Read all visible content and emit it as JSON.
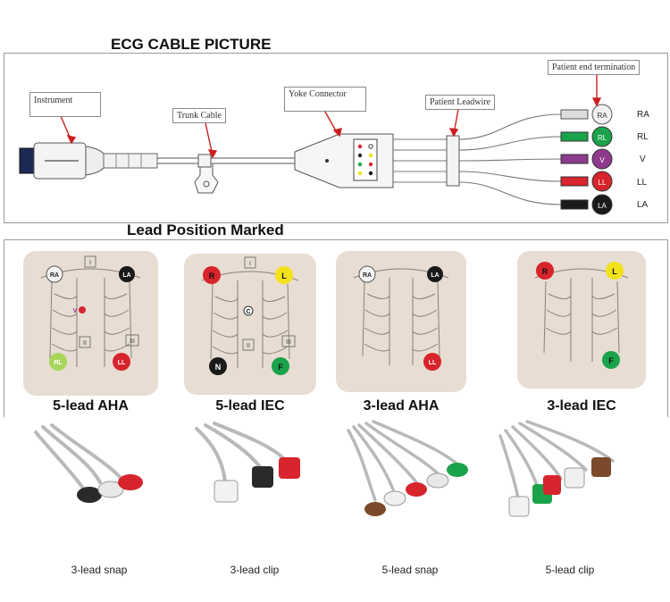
{
  "cable_section": {
    "title": "ECG CABLE PICTURE",
    "callouts": {
      "instrument": "Instrument",
      "trunk_cable": "Trunk Cable",
      "yoke_connector": "Yoke Connector",
      "patient_leadwire": "Patient Leadwire",
      "patient_end": "Patient end termination"
    },
    "leads": [
      {
        "label": "RA",
        "color": "#f0f0f0"
      },
      {
        "label": "RL",
        "color": "#1aa34a"
      },
      {
        "label": "V",
        "color": "#8e3a8e"
      },
      {
        "label": "LL",
        "color": "#d8242c"
      },
      {
        "label": "LA",
        "color": "#1a1a1a"
      }
    ]
  },
  "lead_section": {
    "title": "Lead Position Marked",
    "panels": [
      {
        "title": "5-lead AHA",
        "electrodes": [
          "RA",
          "LA",
          "V",
          "RL",
          "LL"
        ],
        "leads": [
          "I",
          "II",
          "III"
        ]
      },
      {
        "title": "5-lead IEC",
        "electrodes": [
          "R",
          "L",
          "C",
          "N",
          "F"
        ],
        "leads": [
          "I",
          "II",
          "III"
        ]
      },
      {
        "title": "3-lead AHA",
        "electrodes": [
          "RA",
          "LA",
          "LL"
        ]
      },
      {
        "title": "3-lead IEC",
        "electrodes": [
          "R",
          "L",
          "F"
        ]
      }
    ]
  },
  "products": [
    {
      "caption": "3-lead snap"
    },
    {
      "caption": "3-lead clip"
    },
    {
      "caption": "5-lead snap"
    },
    {
      "caption": "5-lead clip"
    }
  ],
  "colors": {
    "white": "#f0f0f0",
    "green": "#1aa34a",
    "purple": "#8e3a8e",
    "red": "#d8242c",
    "black": "#1a1a1a",
    "yellow": "#f2e21a",
    "panel": "#e7ddd2"
  }
}
